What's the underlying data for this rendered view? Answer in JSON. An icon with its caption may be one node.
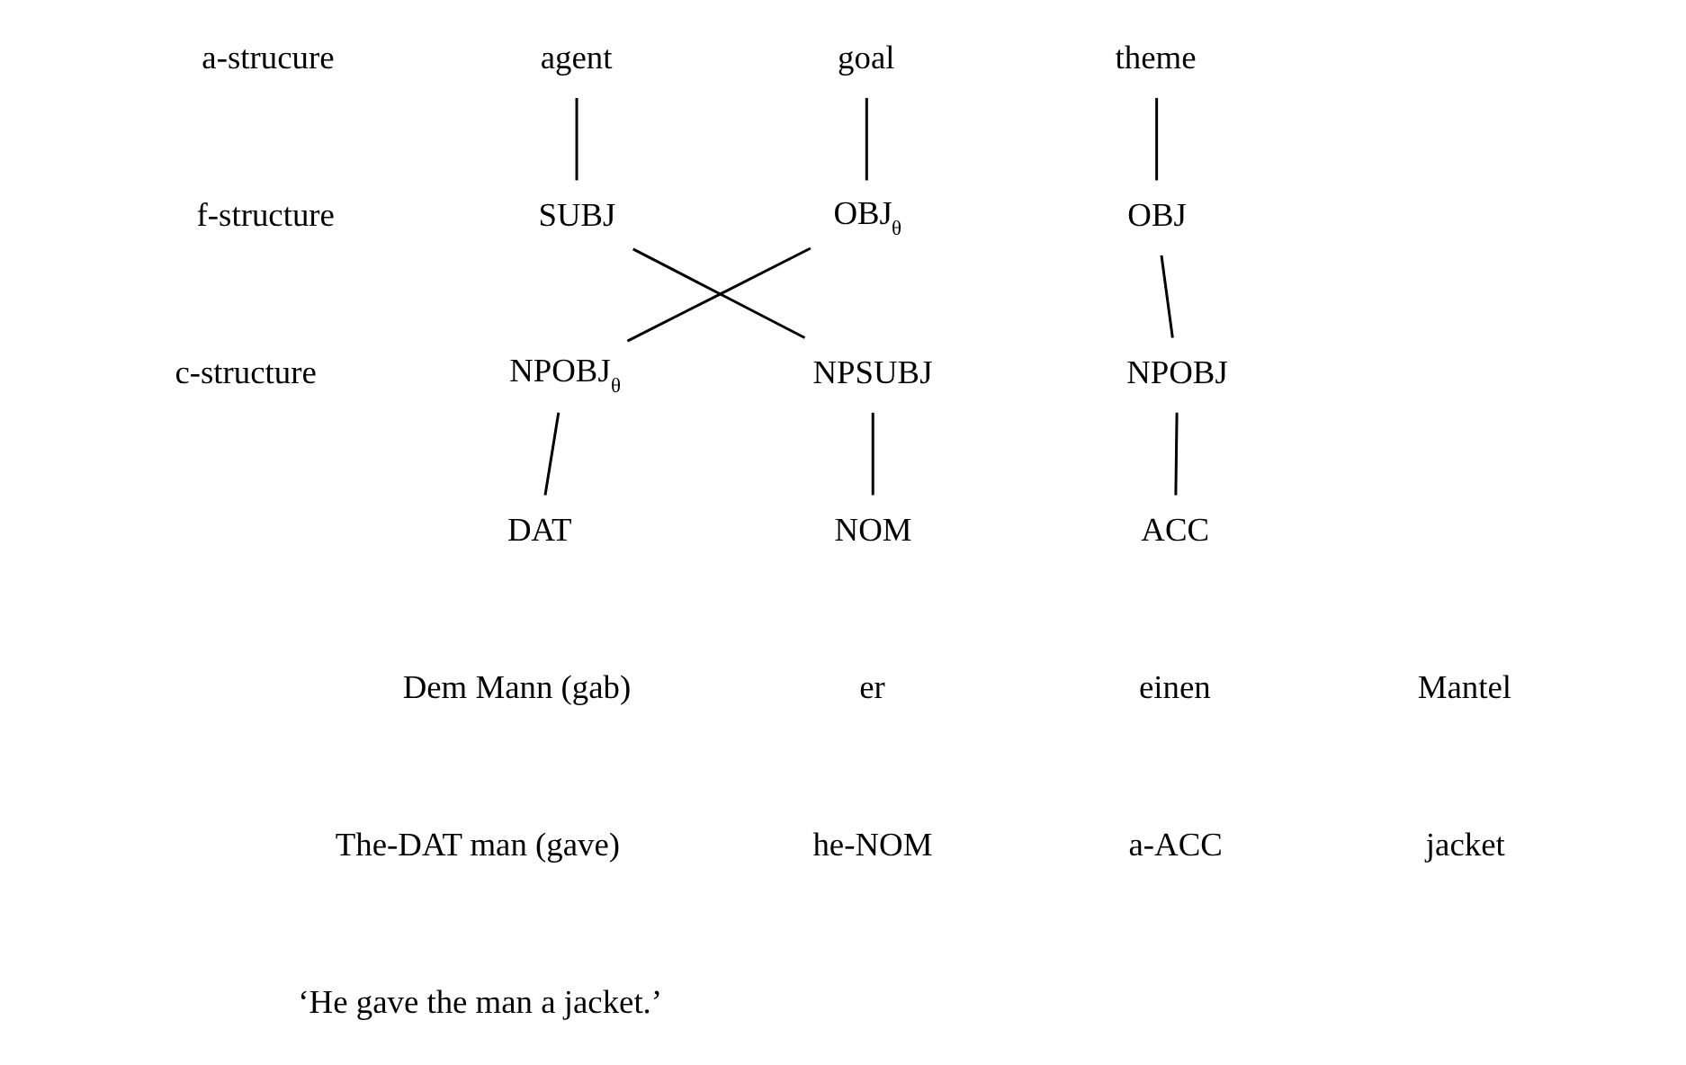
{
  "diagram": {
    "nodes": [
      {
        "text": [
          "agent"
        ]
      },
      {
        "text": [
          "goal"
        ]
      },
      {
        "text": [
          "theme"
        ]
      },
      {
        "text": [
          "SUBJ"
        ]
      },
      {
        "text": [
          "OBJ$_{θ}$"
        ]
      },
      {
        "text": [
          "OBJ"
        ]
      },
      {
        "text": [
          "NPOBJ$_{θ}$"
        ]
      },
      {
        "text": [
          "NPSUBJ"
        ]
      },
      {
        "text": [
          "NPOBJ"
        ]
      },
      {
        "text": [
          "DAT"
        ]
      },
      {
        "text": [
          "NOM"
        ]
      },
      {
        "text": [
          "ACC"
        ]
      }
    ],
    "edges": [
      {
        "from": 0,
        "to": 3,
        "arrow": "none"
      },
      {
        "from": 1,
        "to": 4,
        "arrow": "none"
      },
      {
        "from": 2,
        "to": 5,
        "arrow": "none"
      },
      {
        "from": 3,
        "to": 7,
        "arrow": "none"
      },
      {
        "from": 4,
        "to": 6,
        "arrow": "none"
      },
      {
        "from": 5,
        "to": 8,
        "arrow": "none"
      },
      {
        "from": 6,
        "to": 9,
        "arrow": "none"
      },
      {
        "from": 7,
        "to": 10,
        "arrow": "none"
      },
      {
        "from": 8,
        "to": 11,
        "arrow": "none"
      }
    ],
    "labels": [
      "a-strucure",
      "f-structure",
      "c-structure",
      "Dem Mann (gab)",
      "er",
      "einen",
      "Mantel",
      "The-DAT man (gave)",
      "he-NOM",
      "a-ACC",
      "jacket",
      "‘He gave the man a jacket.’"
    ]
  }
}
